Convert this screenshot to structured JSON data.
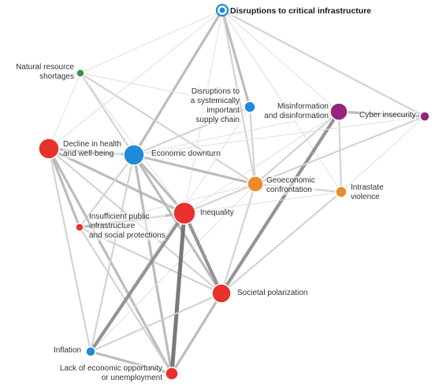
{
  "nodes": {
    "disruptions_infrastructure": {
      "label": "Disruptions to critical infrastructure",
      "color": "#1f8ad6"
    },
    "natural_resource": {
      "label": "Natural resource\nshortages",
      "color": "#2e9a45"
    },
    "supply_chain": {
      "label": "Disruptions to\na systemically\nimportant\nsupply chain",
      "color": "#1f8ad6"
    },
    "misinformation": {
      "label": "Misinformation\nand disinformation",
      "color": "#96237d"
    },
    "cyber": {
      "label": "Cyber insecurity",
      "color": "#96237d"
    },
    "decline_health": {
      "label": "Decline in health\nand well-being",
      "color": "#e8312c"
    },
    "economic_downturn": {
      "label": "Economic downturn",
      "color": "#1f8ad6"
    },
    "geoeconomic": {
      "label": "Geoeconomic\nconfrontation",
      "color": "#ee8a2b"
    },
    "intrastate": {
      "label": "Intrastate\nviolence",
      "color": "#ee8a2b"
    },
    "insufficient_public": {
      "label": "Insufficient public\ninfrastructure\nand social protections",
      "color": "#e8312c"
    },
    "inequality": {
      "label": "Inequality",
      "color": "#e8312c"
    },
    "societal_polarization": {
      "label": "Societal polarization",
      "color": "#e8312c"
    },
    "inflation": {
      "label": "Inflation",
      "color": "#1f8ad6"
    },
    "lack_economic": {
      "label": "Lack of economic opportunity\nor unemployment",
      "color": "#e8312c"
    }
  },
  "edges": [
    [
      "disruptions_infrastructure",
      "natural_resource",
      1
    ],
    [
      "disruptions_infrastructure",
      "supply_chain",
      3
    ],
    [
      "disruptions_infrastructure",
      "economic_downturn",
      3
    ],
    [
      "disruptions_infrastructure",
      "geoeconomic",
      2
    ],
    [
      "disruptions_infrastructure",
      "cyber",
      2
    ],
    [
      "disruptions_infrastructure",
      "decline_health",
      1
    ],
    [
      "disruptions_infrastructure",
      "inequality",
      1
    ],
    [
      "disruptions_infrastructure",
      "intrastate",
      1
    ],
    [
      "disruptions_infrastructure",
      "misinformation",
      1
    ],
    [
      "natural_resource",
      "economic_downturn",
      2
    ],
    [
      "natural_resource",
      "geoeconomic",
      2
    ],
    [
      "natural_resource",
      "supply_chain",
      1
    ],
    [
      "natural_resource",
      "inequality",
      1
    ],
    [
      "natural_resource",
      "decline_health",
      1
    ],
    [
      "supply_chain",
      "economic_downturn",
      2
    ],
    [
      "supply_chain",
      "geoeconomic",
      2
    ],
    [
      "supply_chain",
      "inflation",
      1
    ],
    [
      "misinformation",
      "cyber",
      3
    ],
    [
      "misinformation",
      "societal_polarization",
      4
    ],
    [
      "misinformation",
      "geoeconomic",
      2
    ],
    [
      "misinformation",
      "intrastate",
      2
    ],
    [
      "misinformation",
      "economic_downturn",
      1
    ],
    [
      "misinformation",
      "inequality",
      1
    ],
    [
      "cyber",
      "geoeconomic",
      2
    ],
    [
      "cyber",
      "intrastate",
      1
    ],
    [
      "cyber",
      "economic_downturn",
      1
    ],
    [
      "decline_health",
      "economic_downturn",
      3
    ],
    [
      "decline_health",
      "inequality",
      3
    ],
    [
      "decline_health",
      "insufficient_public",
      3
    ],
    [
      "decline_health",
      "societal_polarization",
      2
    ],
    [
      "decline_health",
      "inflation",
      2
    ],
    [
      "decline_health",
      "lack_economic",
      3
    ],
    [
      "economic_downturn",
      "geoeconomic",
      3
    ],
    [
      "economic_downturn",
      "inequality",
      3
    ],
    [
      "economic_downturn",
      "insufficient_public",
      2
    ],
    [
      "economic_downturn",
      "societal_polarization",
      3
    ],
    [
      "economic_downturn",
      "lack_economic",
      3
    ],
    [
      "economic_downturn",
      "inflation",
      2
    ],
    [
      "geoeconomic",
      "intrastate",
      2
    ],
    [
      "geoeconomic",
      "inequality",
      2
    ],
    [
      "geoeconomic",
      "societal_polarization",
      2
    ],
    [
      "geoeconomic",
      "insufficient_public",
      1
    ],
    [
      "geoeconomic",
      "inflation",
      1
    ],
    [
      "intrastate",
      "societal_polarization",
      2
    ],
    [
      "intrastate",
      "inequality",
      1
    ],
    [
      "insufficient_public",
      "inequality",
      3
    ],
    [
      "insufficient_public",
      "societal_polarization",
      2
    ],
    [
      "insufficient_public",
      "lack_economic",
      2
    ],
    [
      "inequality",
      "societal_polarization",
      4
    ],
    [
      "inequality",
      "lack_economic",
      5
    ],
    [
      "inequality",
      "inflation",
      4
    ],
    [
      "societal_polarization",
      "lack_economic",
      3
    ],
    [
      "societal_polarization",
      "inflation",
      2
    ],
    [
      "inflation",
      "lack_economic",
      3
    ]
  ]
}
